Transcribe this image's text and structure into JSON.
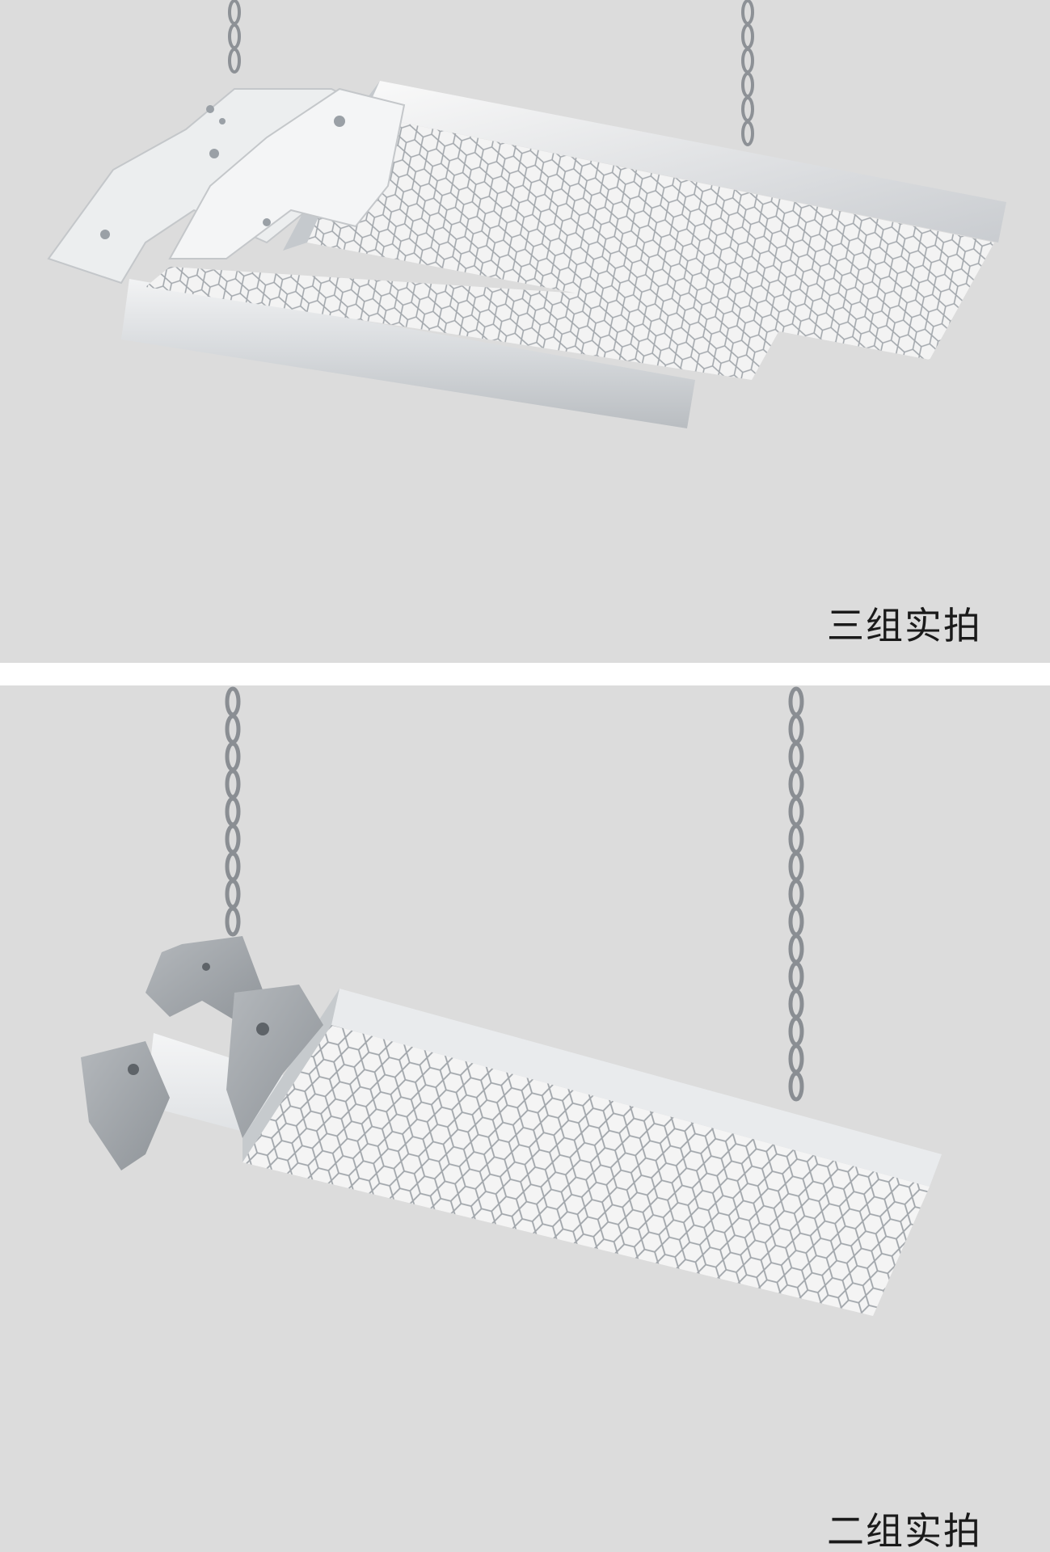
{
  "panels": [
    {
      "caption": "三组实拍",
      "fixture_groups": 3
    },
    {
      "caption": "二组实拍",
      "fixture_groups": 2
    }
  ],
  "colors": {
    "background": "#dcdcdc",
    "divider": "#ffffff",
    "aluminum": "#e6e8ea",
    "aluminum_shade": "#b9bdc1",
    "honeycomb": "#f4f4f4",
    "honeycomb_line": "#9ea3a8",
    "caption_text": "#1a1a1a"
  }
}
